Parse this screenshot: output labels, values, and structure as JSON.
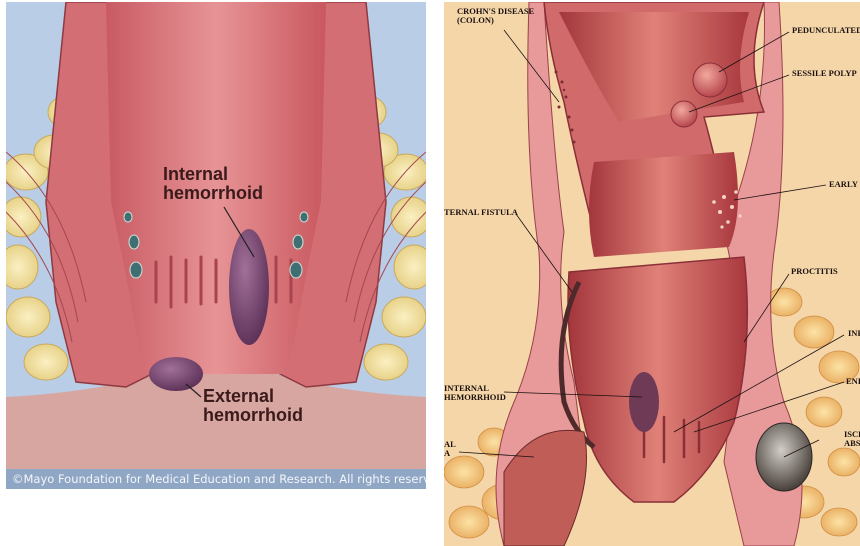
{
  "left_figure": {
    "labels": {
      "internal": "Internal\nhemorrhoid",
      "external": "External\nhemorrhoid"
    },
    "copyright": "©Mayo Foundation for Medical Education and Research.  All rights reserved."
  },
  "right_figure": {
    "labels": {
      "crohns": "CROHN'S DISEASE\n(COLON)",
      "pedunculated": "PEDUNCULATED P",
      "sessile": "SESSILE POLYP",
      "early": "EARLY C",
      "fistula": "TERNAL FISTULA",
      "proctitis": "PROCTITIS",
      "inf": "INF",
      "internal_hem": "INTERNAL\nHEMORRHOID",
      "eni": "ENI",
      "isch": "ISCH\nABS",
      "al": "AL\nA"
    }
  }
}
